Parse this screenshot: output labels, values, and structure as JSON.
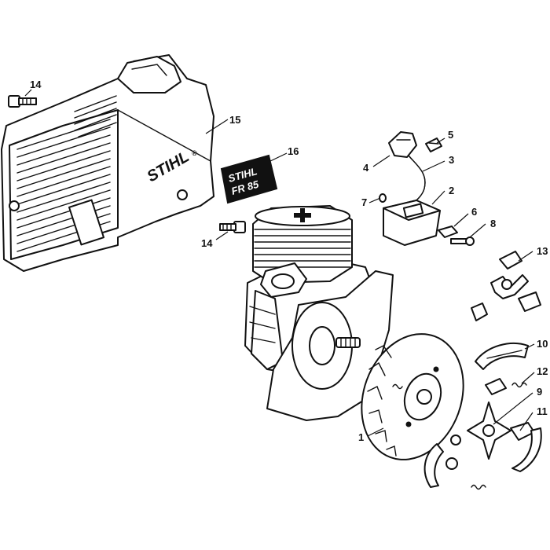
{
  "diagram": {
    "callouts": {
      "c1": "1",
      "c2": "2",
      "c3": "3",
      "c4": "4",
      "c5": "5",
      "c6": "6",
      "c7": "7",
      "c8": "8",
      "c9": "9",
      "c10": "10",
      "c11": "11",
      "c12": "12",
      "c13": "13",
      "c14a": "14",
      "c14b": "14",
      "c15": "15",
      "c16": "16"
    },
    "cover_brand": "STIHL",
    "cover_brand_mark": "®",
    "plate": {
      "line1": "STIHL",
      "line2": "FR 85"
    },
    "colors": {
      "ink": "#111111",
      "paper": "#ffffff"
    }
  }
}
